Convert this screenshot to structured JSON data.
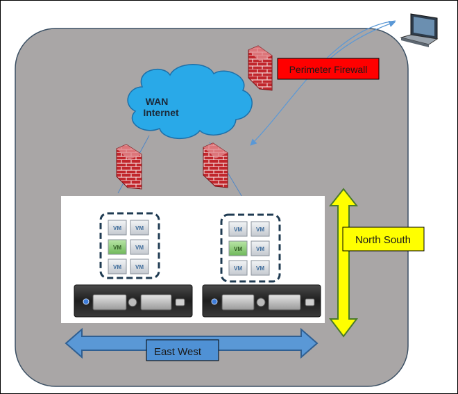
{
  "cloud": {
    "line1": "WAN",
    "line2": "Internet"
  },
  "labels": {
    "perimeter_firewall": "Perimeter Firewall",
    "north_south": "North South",
    "east_west": "East West"
  },
  "vm_label": "VM",
  "colors": {
    "outer_box": "#a9a6a6",
    "cloud": "#29a9e8",
    "firewall_label_bg": "#ff0000",
    "north_south_bg": "#ffff00",
    "east_west_bg": "#4f91d5",
    "ns_arrow": "#ffff00",
    "ew_arrow": "#5a98d6",
    "brick": "#c0272d",
    "vm_normal": "#d9dde2",
    "vm_active": "#8ecf7a",
    "server": "#2b2b2b"
  }
}
